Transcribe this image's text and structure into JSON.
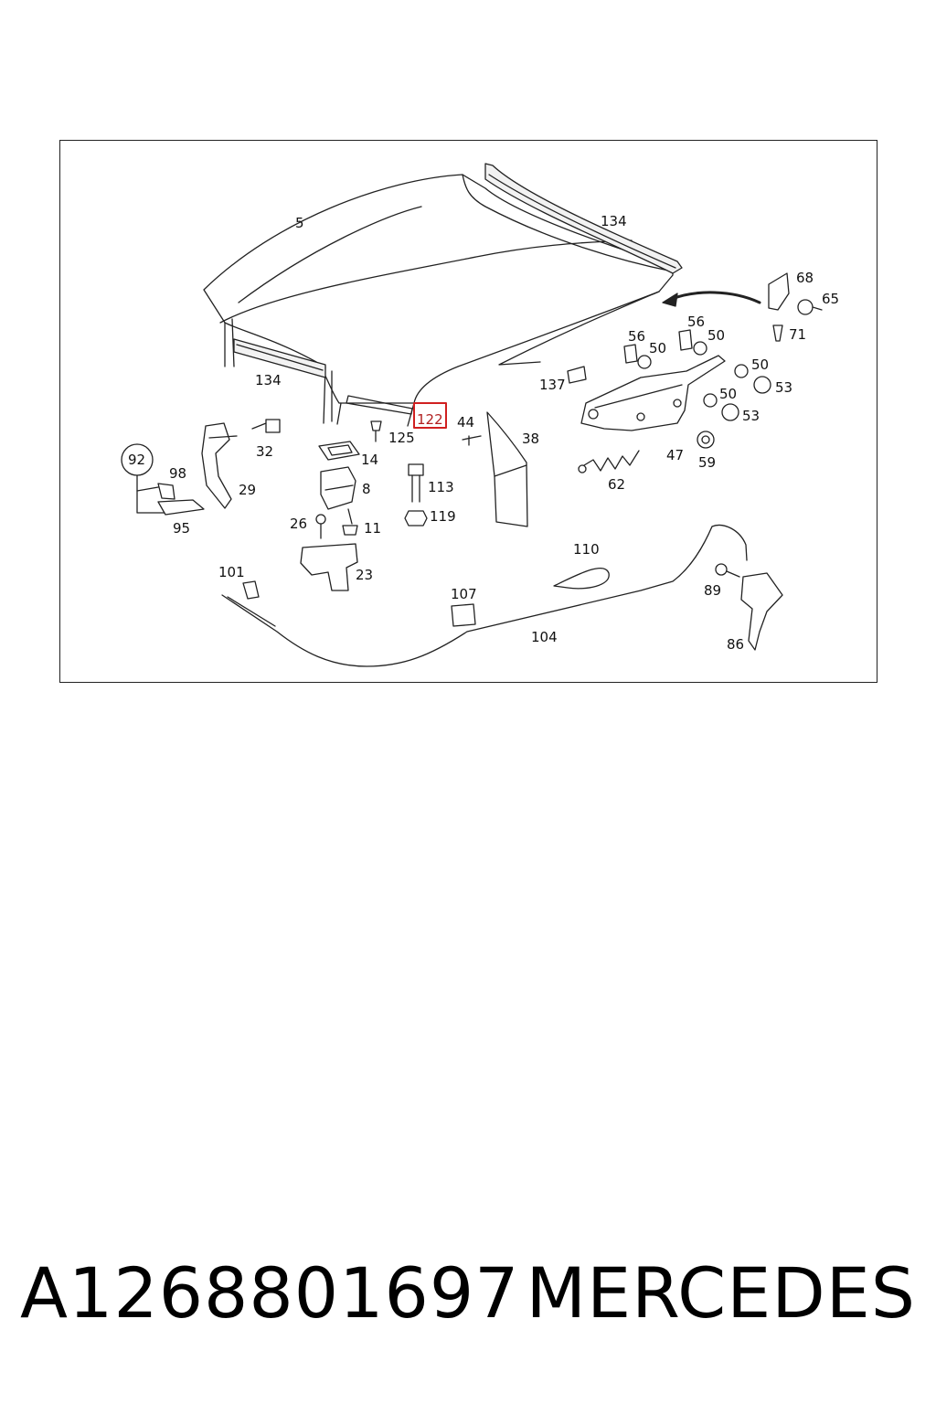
{
  "diagram": {
    "highlighted_part": "122",
    "callouts": [
      {
        "id": "c5",
        "text": "5"
      },
      {
        "id": "c134a",
        "text": "134"
      },
      {
        "id": "c134b",
        "text": "134"
      },
      {
        "id": "c68",
        "text": "68"
      },
      {
        "id": "c65",
        "text": "65"
      },
      {
        "id": "c71",
        "text": "71"
      },
      {
        "id": "c56a",
        "text": "56"
      },
      {
        "id": "c50a",
        "text": "50"
      },
      {
        "id": "c56b",
        "text": "56"
      },
      {
        "id": "c50b",
        "text": "50"
      },
      {
        "id": "c50c",
        "text": "50"
      },
      {
        "id": "c53a",
        "text": "53"
      },
      {
        "id": "c137",
        "text": "137"
      },
      {
        "id": "c50d",
        "text": "50"
      },
      {
        "id": "c53b",
        "text": "53"
      },
      {
        "id": "c122",
        "text": "122"
      },
      {
        "id": "c44",
        "text": "44"
      },
      {
        "id": "c38",
        "text": "38"
      },
      {
        "id": "c47",
        "text": "47"
      },
      {
        "id": "c59",
        "text": "59"
      },
      {
        "id": "c32",
        "text": "32"
      },
      {
        "id": "c125",
        "text": "125"
      },
      {
        "id": "c14",
        "text": "14"
      },
      {
        "id": "c92",
        "text": "92"
      },
      {
        "id": "c98",
        "text": "98"
      },
      {
        "id": "c29",
        "text": "29"
      },
      {
        "id": "c8",
        "text": "8"
      },
      {
        "id": "c113",
        "text": "113"
      },
      {
        "id": "c62",
        "text": "62"
      },
      {
        "id": "c95",
        "text": "95"
      },
      {
        "id": "c26",
        "text": "26"
      },
      {
        "id": "c11",
        "text": "11"
      },
      {
        "id": "c119",
        "text": "119"
      },
      {
        "id": "c110",
        "text": "110"
      },
      {
        "id": "c101",
        "text": "101"
      },
      {
        "id": "c23",
        "text": "23"
      },
      {
        "id": "c89",
        "text": "89"
      },
      {
        "id": "c107",
        "text": "107"
      },
      {
        "id": "c104",
        "text": "104"
      },
      {
        "id": "c86",
        "text": "86"
      }
    ]
  },
  "footer": {
    "part_number": "A1268801697",
    "brand": "MERCEDES"
  }
}
